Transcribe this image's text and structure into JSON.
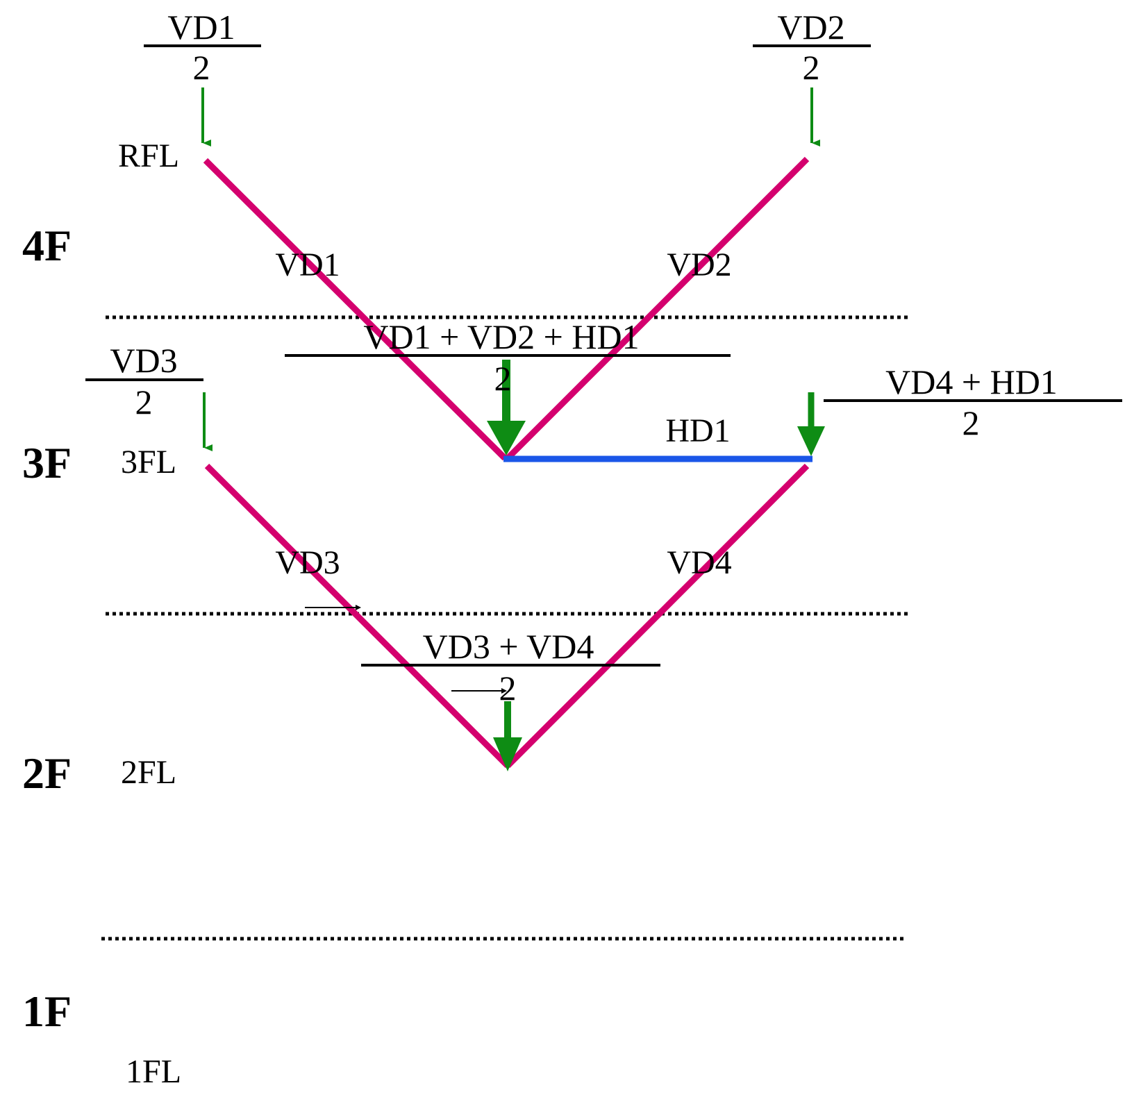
{
  "floors": {
    "f4": "4F",
    "f3": "3F",
    "f2": "2F",
    "f1": "1F"
  },
  "levels": {
    "rfl": "RFL",
    "fl3": "3FL",
    "fl2": "2FL",
    "fl1": "1FL"
  },
  "members": {
    "vd1": "VD1",
    "vd2": "VD2",
    "vd3": "VD3",
    "vd4": "VD4",
    "hd1": "HD1"
  },
  "loads": {
    "top_left": {
      "numerator": "VD1",
      "denominator": "2"
    },
    "top_right": {
      "numerator": "VD2",
      "denominator": "2"
    },
    "mid_left": {
      "numerator": "VD3",
      "denominator": "2"
    },
    "mid_center": {
      "numerator": "VD1 + VD2 + HD1",
      "denominator": "2"
    },
    "mid_right": {
      "numerator": "VD4 + HD1",
      "denominator": "2"
    },
    "bottom_center": {
      "numerator": "VD3 + VD4",
      "denominator": "2"
    }
  },
  "colors": {
    "brace": "#d4006e",
    "beam": "#1a56e8",
    "load_arrow": "#0e8c14",
    "floor_line": "#000000"
  }
}
